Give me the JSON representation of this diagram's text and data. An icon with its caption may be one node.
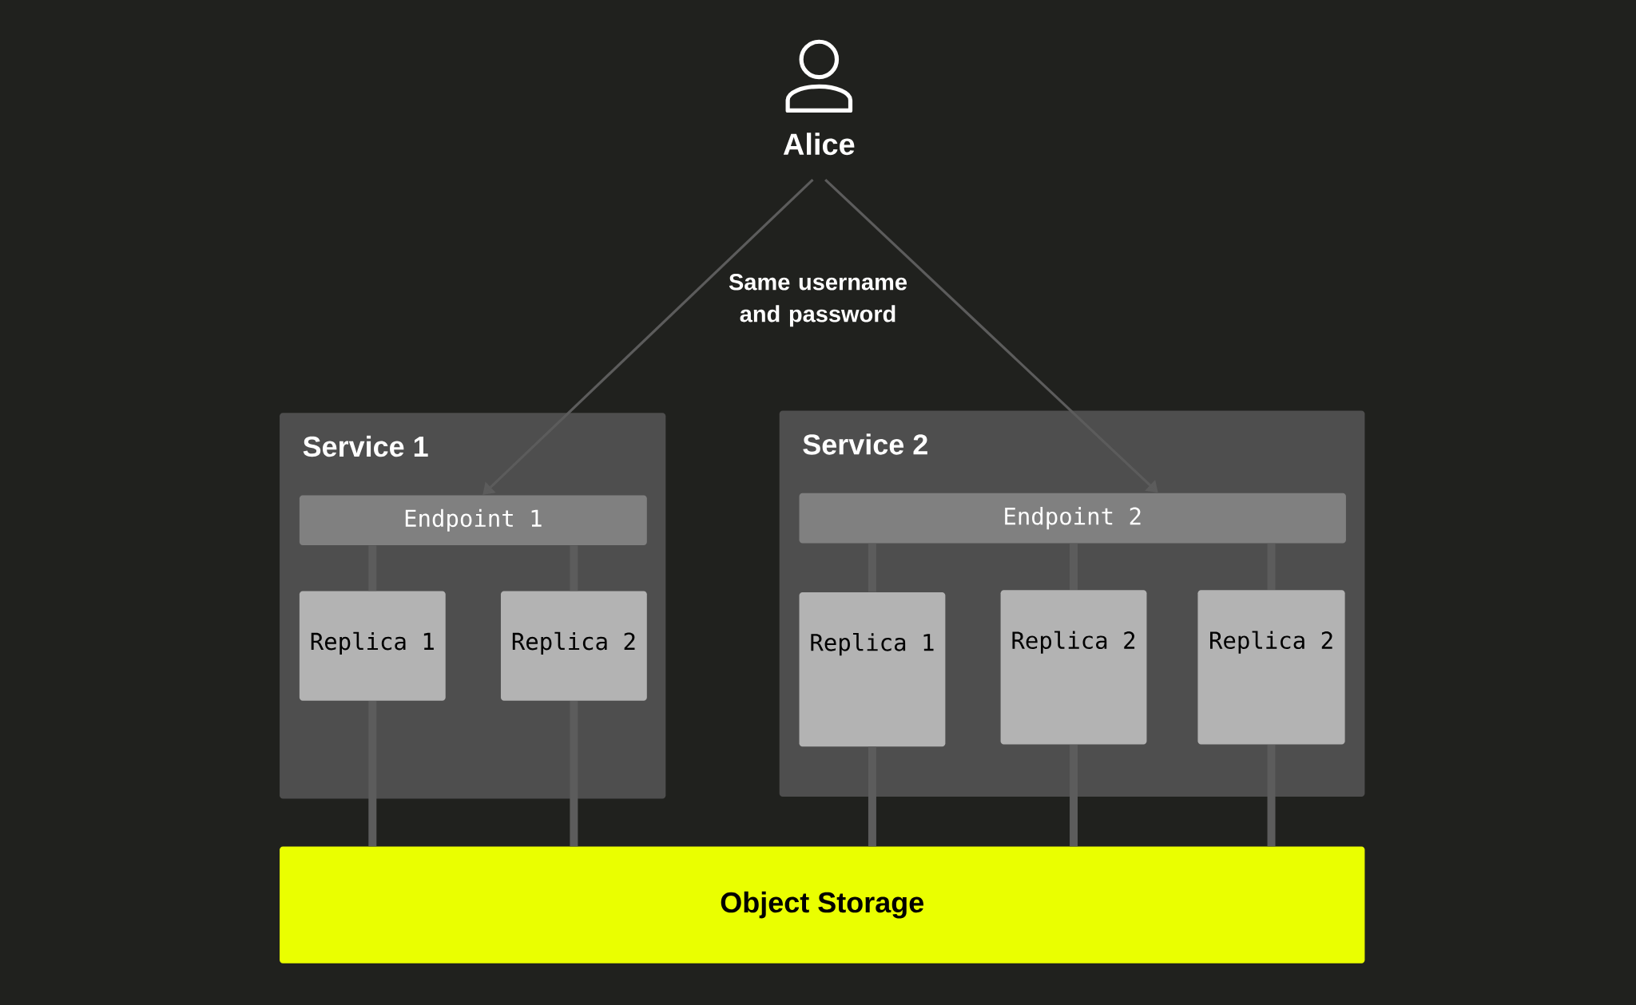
{
  "diagram": {
    "nodes": [
      {
        "text": [
          "Alice"
        ]
      },
      {
        "text": [
          "Service 1"
        ]
      },
      {
        "text": [
          "Endpoint 1"
        ],
        "in": 1
      },
      {
        "text": [
          "Replica 1"
        ],
        "in": 1
      },
      {
        "text": [
          "Replica 2"
        ],
        "in": 1
      },
      {
        "text": [
          "Service 2"
        ]
      },
      {
        "text": [
          "Endpoint 2"
        ],
        "in": 5
      },
      {
        "text": [
          "Replica 1"
        ],
        "in": 5
      },
      {
        "text": [
          "Replica 2"
        ],
        "in": 5
      },
      {
        "text": [
          "Replica 2"
        ],
        "in": 5
      },
      {
        "text": [
          "Object Storage"
        ]
      }
    ],
    "edges": [
      {
        "from": 0,
        "to": 2,
        "arrow": "to"
      },
      {
        "from": 0,
        "to": 6,
        "arrow": "to"
      },
      {
        "from": 2,
        "to": 3,
        "arrow": "none"
      },
      {
        "from": 2,
        "to": 4,
        "arrow": "none"
      },
      {
        "from": 6,
        "to": 7,
        "arrow": "none"
      },
      {
        "from": 6,
        "to": 8,
        "arrow": "none"
      },
      {
        "from": 6,
        "to": 9,
        "arrow": "none"
      },
      {
        "from": 3,
        "to": 10,
        "arrow": "none"
      },
      {
        "from": 4,
        "to": 10,
        "arrow": "none"
      },
      {
        "from": 7,
        "to": 10,
        "arrow": "none"
      },
      {
        "from": 8,
        "to": 10,
        "arrow": "none"
      },
      {
        "from": 9,
        "to": 10,
        "arrow": "none"
      }
    ],
    "labels": [
      "Same username and password"
    ]
  }
}
